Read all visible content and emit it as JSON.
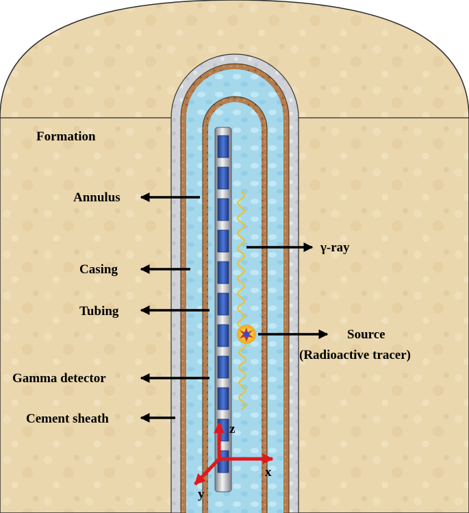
{
  "labels": {
    "formation": "Formation",
    "annulus": "Annulus",
    "casing": "Casing",
    "tubing": "Tubing",
    "gamma_detector": "Gamma detector",
    "cement_sheath": "Cement sheath",
    "gamma_ray": "γ-ray",
    "source": "Source",
    "source_sub": "(Radioactive tracer)"
  },
  "axes": {
    "z": "z",
    "x": "x",
    "y": "y"
  },
  "colors": {
    "formation": "#ead7ad",
    "cement": "#c9cdd2",
    "casing": "#b07a4d",
    "fluid": "#a8d8ec",
    "detector_block": "#2d4fa8",
    "detector_rod": "#b9bcc2",
    "gamma_wave": "#f1c21b",
    "source_glow": "#f4b321",
    "source_core": "#c0392b",
    "axis": "#e0191e",
    "arrow": "#000000"
  }
}
